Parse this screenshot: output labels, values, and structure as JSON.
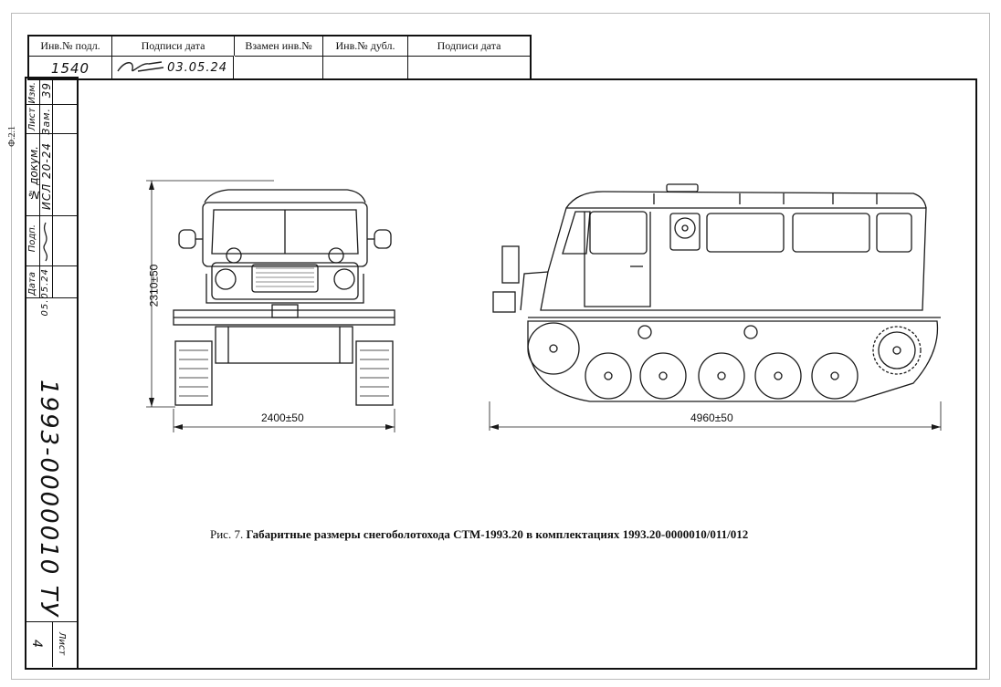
{
  "title_block": {
    "headers": [
      "Инв.№ подл.",
      "Подписи дата",
      "Взамен инв.№",
      "Инв.№ дубл.",
      "Подписи дата"
    ],
    "inv_no": "1540",
    "signature_date": "03.05.24"
  },
  "side_strip": {
    "labels": [
      "Изм.",
      "Лист",
      "№ докум.",
      "Подп.",
      "Дата"
    ],
    "change_no": "39",
    "change_text": "Зам.",
    "doc_no": "ИСЛ 20-24",
    "date": "05.05.24"
  },
  "margin_note": "Ф.2.1",
  "document_number": "1993-0000010 ТУ",
  "sheet": {
    "label": "Лист",
    "number": "4"
  },
  "front_view": {
    "height_dim": "2310±50",
    "width_dim": "2400±50"
  },
  "side_view": {
    "length_dim": "4960±50"
  },
  "caption": {
    "prefix": "Рис. 7.",
    "text": "Габаритные размеры снегоболотохода СТМ-1993.20 в комплектациях 1993.20-0000010/011/012"
  }
}
